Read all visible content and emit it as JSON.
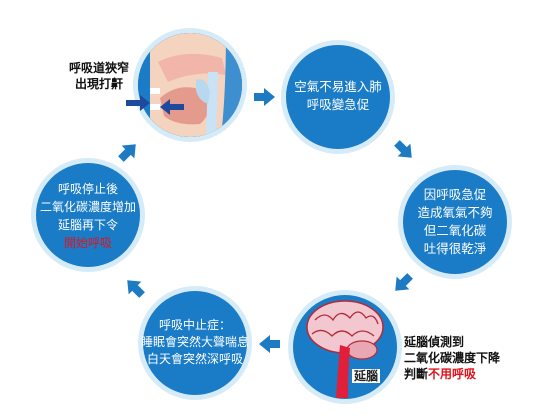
{
  "colors": {
    "circle_fill": "#1a7bc7",
    "circle_ring": "#d6ebf8",
    "arrow": "#1d7bc4",
    "emphasis_red": "#e0141e",
    "skin": "#f4d3bf",
    "nasal": "#f1b6a9",
    "brain": "#f3c7cf"
  },
  "stages": [
    {
      "id": "airway",
      "icon": "airway-cross-section-illustration",
      "label_lines": [
        "呼吸道狹窄",
        "出現打鼾"
      ]
    },
    {
      "id": "air-hard",
      "text_lines": [
        "空氣不易進入肺",
        "呼吸變急促"
      ]
    },
    {
      "id": "rapid-breath",
      "text_lines": [
        "因呼吸急促",
        "造成氧氣不夠",
        "但二氧化碳",
        "吐得很乾淨"
      ]
    },
    {
      "id": "medulla",
      "icon": "brain-illustration",
      "brain_label": "延腦",
      "label_lines": [
        "延腦偵測到",
        "二氧化碳濃度下降"
      ],
      "label_last_prefix": "判斷",
      "label_last_emphasis": "不用呼吸"
    },
    {
      "id": "apnea",
      "text_lines": [
        "呼吸中止症：",
        "睡眠會突然大聲喘息",
        "白天會突然深呼吸"
      ]
    },
    {
      "id": "restart",
      "text_lines": [
        "呼吸停止後",
        "二氧化碳濃度增加",
        "延腦再下令"
      ],
      "text_emphasis": "開始呼吸"
    }
  ]
}
